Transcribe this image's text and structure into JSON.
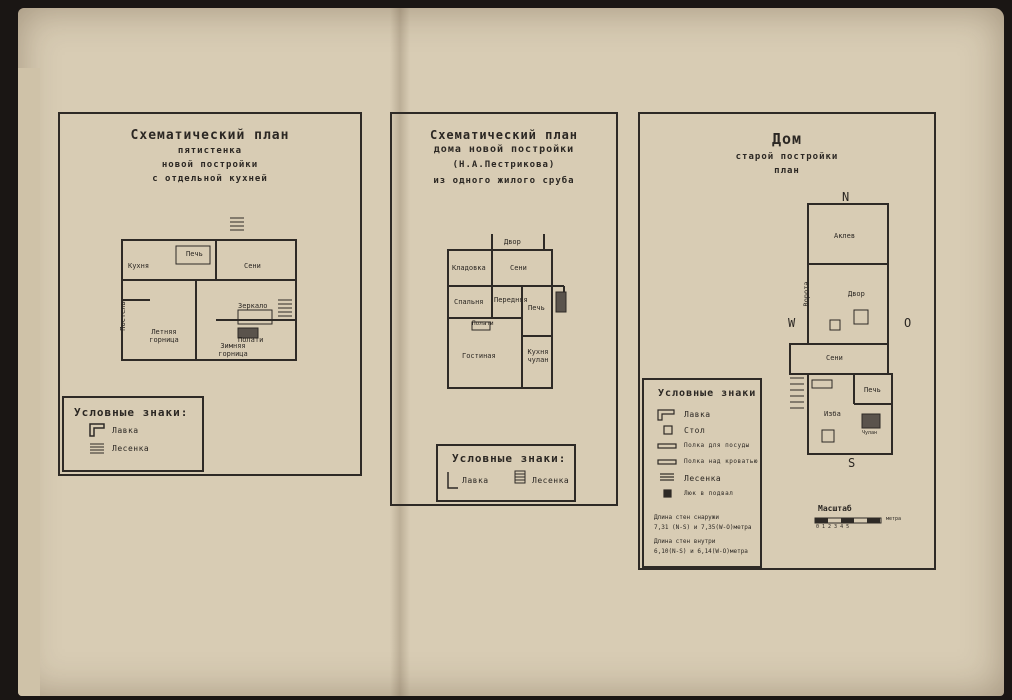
{
  "panel1": {
    "title": [
      "Схематический план",
      "пятистенка",
      "новой постройки",
      "с отдельной кухней"
    ],
    "rooms": {
      "kitchen": "Кухня",
      "stove": "Печь",
      "senі": "Сени",
      "bed": "Постель",
      "zerkalo": "Зеркало",
      "polati": "Полати",
      "summer": "Летняя горница",
      "winter": "Зимняя горница"
    },
    "legend": {
      "title": "Условные знаки:",
      "bench": "Лавка",
      "ladder": "Лесенка"
    }
  },
  "panel2": {
    "title": [
      "Схематический план",
      "дома новой постройки",
      "(Н.А.Пестрикова)",
      "из одного жилого сруба"
    ],
    "rooms": {
      "yard": "Двор",
      "pantry": "Кладовка",
      "seni": "Сени",
      "bedroom": "Спальня",
      "perednya": "Передняя",
      "stove": "Печь",
      "polati": "Полати",
      "living": "Гостиная",
      "kitchen": "Кухня чулан"
    },
    "legend": {
      "title": "Условные знаки:",
      "bench": "Лавка",
      "ladder": "Лесенка"
    }
  },
  "panel3": {
    "title": [
      "Дом",
      "старой постройки",
      "план"
    ],
    "compass": {
      "n": "N",
      "s": "S",
      "w": "W",
      "o": "O"
    },
    "rooms": {
      "aklev": "Аклев",
      "dvor": "Двор",
      "vorota": "Ворота",
      "seni": "Сени",
      "pech": "Печь",
      "izba": "Изба",
      "chulan": "Чулан"
    },
    "legend": {
      "title": "Условные знаки",
      "items": [
        "Лавка",
        "Стол",
        "Полка для посуды",
        "Полка над кроватью",
        "Лесенка",
        "Люк в подвал"
      ]
    },
    "notes": [
      "Длина стен снаружи",
      "7,31 (N-S) и 7,35(W-O)метра",
      "Длина стен внутри",
      "6,10(N-S) и 6,14(W-O)метра"
    ],
    "scale": {
      "title": "Масштаб",
      "ticks": "0 1 2 3 4 5",
      "unit": "метра"
    }
  }
}
